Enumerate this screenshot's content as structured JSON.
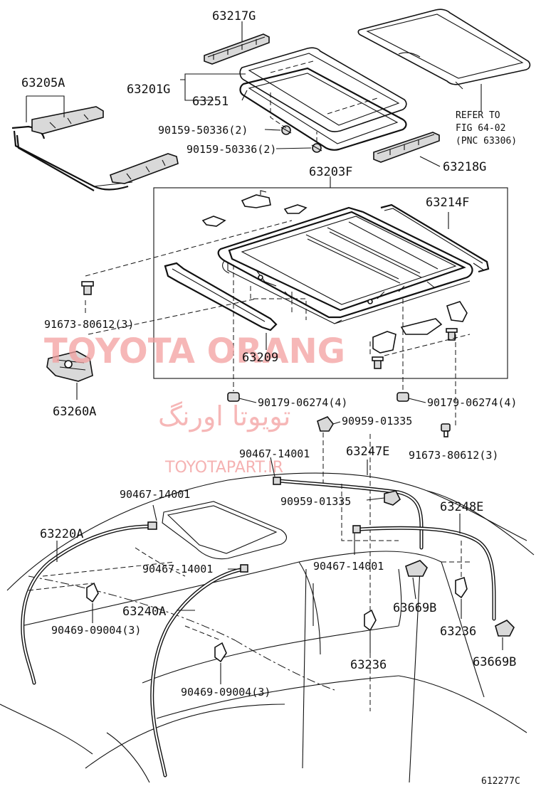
{
  "labels": {
    "p63217G": "63217G",
    "p63205A": "63205A",
    "p63201G": "63201G",
    "p63251": "63251",
    "refer1": "REFER TO",
    "refer2": "FIG 64-02",
    "refer3": "(PNC 63306)",
    "p90159a": "90159-50336(2)",
    "p90159b": "90159-50336(2)",
    "p63218G": "63218G",
    "p63203F": "63203F",
    "p63214F": "63214F",
    "p91673a": "91673-80612(3)",
    "p63209": "63209",
    "p63260A": "63260A",
    "p90179a": "90179-06274(4)",
    "p90179b": "90179-06274(4)",
    "p90959a": "90959-01335",
    "p91673b": "91673-80612(3)",
    "p90467a": "90467-14001",
    "p63247E": "63247E",
    "p90467b": "90467-14001",
    "p90959b": "90959-01335",
    "p63248E": "63248E",
    "p63220A": "63220A",
    "p90467c": "90467-14001",
    "p90467d": "90467-14001",
    "p63669Ba": "63669B",
    "p63240A": "63240A",
    "p90469a": "90469-09004(3)",
    "p63236a": "63236",
    "p63236b": "63236",
    "p63669Bb": "63669B",
    "p90469b": "90469-09004(3)",
    "figno": "612277C"
  },
  "watermarks": {
    "brand": "TOYOTA ORANG",
    "persian": "تویوتا اورنگ",
    "site": "TOYOTAPART.IR"
  },
  "colors": {
    "watermark": "#f3a0a0",
    "line": "#111111",
    "background": "#ffffff"
  }
}
